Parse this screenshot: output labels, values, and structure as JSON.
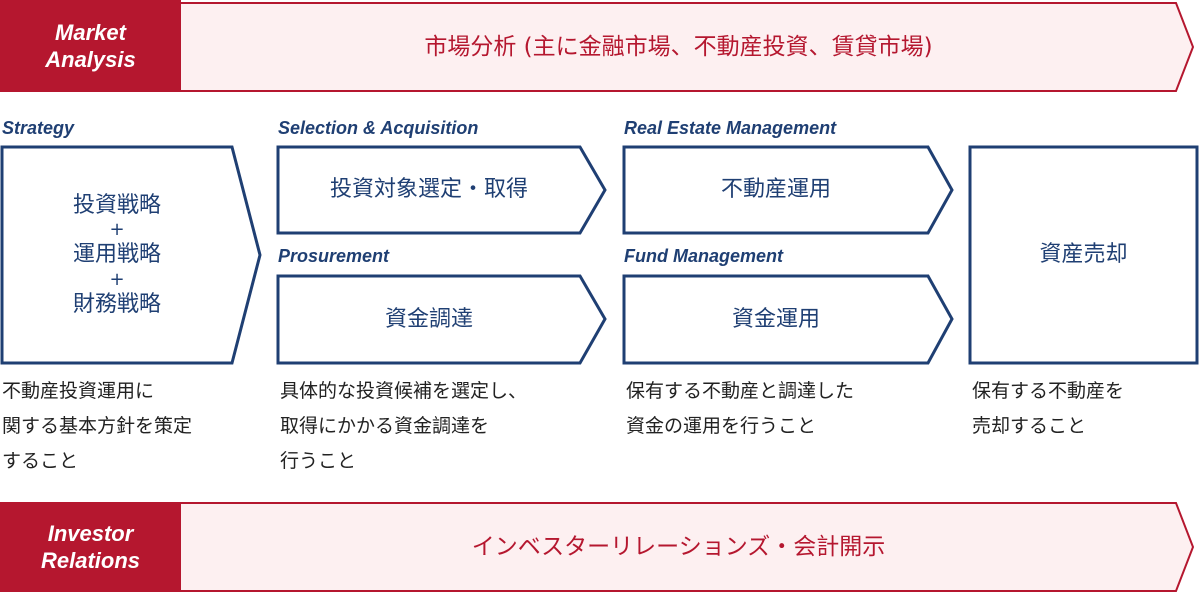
{
  "top_band": {
    "label_lines": [
      "Market",
      "Analysis"
    ],
    "title": "市場分析 (主に金融市場、不動産投資、賃貸市場)"
  },
  "bottom_band": {
    "label_lines": [
      "Investor",
      "Relations"
    ],
    "title": "インベスターリレーションズ・会計開示"
  },
  "strategy": {
    "label": "Strategy",
    "items": [
      "投資戦略",
      "運用戦略",
      "財務戦略"
    ],
    "plus": "+",
    "desc_lines": [
      "不動産投資運用に",
      "関する基本方針を策定",
      "すること"
    ]
  },
  "selection": {
    "label": "Selection & Acquisition",
    "text": "投資対象選定・取得"
  },
  "procurement": {
    "label": "Prosurement",
    "text": "資金調達",
    "desc_lines": [
      "具体的な投資候補を選定し、",
      "取得にかかる資金調達を",
      "行うこと"
    ]
  },
  "real_estate": {
    "label": "Real Estate Management",
    "text": "不動産運用"
  },
  "fund": {
    "label": "Fund Management",
    "text": "資金運用",
    "desc_lines": [
      "保有する不動産と調達した",
      "資金の運用を行うこと"
    ]
  },
  "sale": {
    "text": "資産売却",
    "desc_lines": [
      "保有する不動産を",
      "売却すること"
    ]
  },
  "colors": {
    "accent_red": "#b5172f",
    "band_fill": "#fdf0f1",
    "navy": "#1f3f73"
  }
}
